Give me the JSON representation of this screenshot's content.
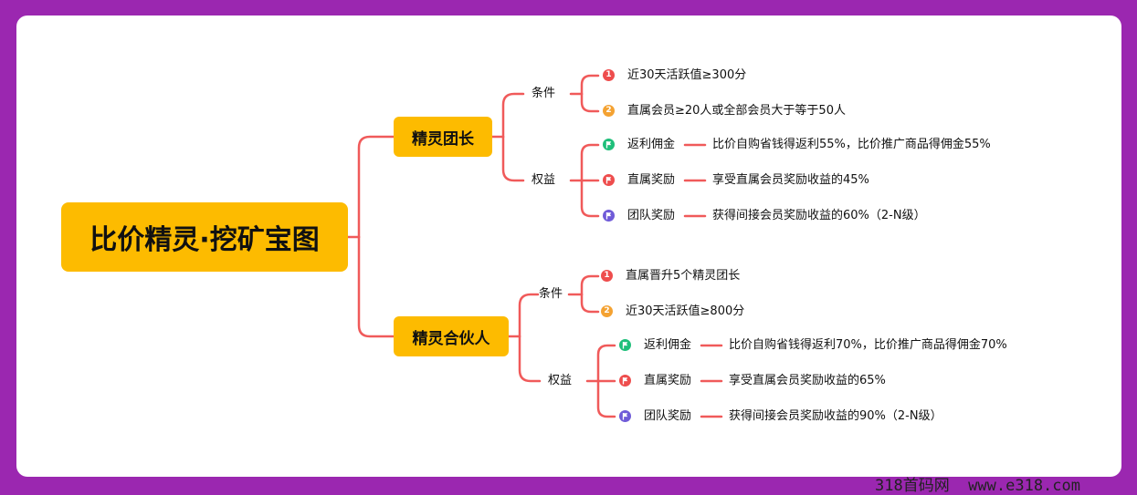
{
  "root": {
    "title": "比价精灵·挖矿宝图"
  },
  "colors": {
    "background": "#9b27b0",
    "node": "#fdbb00",
    "line": "#f05a5a",
    "num1": "#ee4d4d",
    "num2": "#f4a232",
    "flag_green": "#1fbf7a",
    "flag_red": "#ee4d4d",
    "flag_purple": "#6f5bd8"
  },
  "branches": [
    {
      "title": "精灵团长",
      "condition": {
        "label": "条件",
        "items": [
          {
            "marker": "1",
            "text": "近30天活跃值≥300分"
          },
          {
            "marker": "2",
            "text": "直属会员≥20人或全部会员大于等于50人"
          }
        ]
      },
      "benefit": {
        "label": "权益",
        "items": [
          {
            "icon": "green-flag-icon",
            "name": "返利佣金",
            "detail": "比价自购省钱得返利55%，比价推广商品得佣金55%"
          },
          {
            "icon": "red-flag-icon",
            "name": "直属奖励",
            "detail": "享受直属会员奖励收益的45%"
          },
          {
            "icon": "purple-flag-icon",
            "name": "团队奖励",
            "detail": "获得间接会员奖励收益的60%（2-N级）"
          }
        ]
      }
    },
    {
      "title": "精灵合伙人",
      "condition": {
        "label": "条件",
        "items": [
          {
            "marker": "1",
            "text": "直属晋升5个精灵团长"
          },
          {
            "marker": "2",
            "text": "近30天活跃值≥800分"
          }
        ]
      },
      "benefit": {
        "label": "权益",
        "items": [
          {
            "icon": "green-flag-icon",
            "name": "返利佣金",
            "detail": "比价自购省钱得返利70%，比价推广商品得佣金70%"
          },
          {
            "icon": "red-flag-icon",
            "name": "直属奖励",
            "detail": "享受直属会员奖励收益的65%"
          },
          {
            "icon": "purple-flag-icon",
            "name": "团队奖励",
            "detail": "获得间接会员奖励收益的90%（2-N级）"
          }
        ]
      }
    }
  ],
  "watermark": "318首码网  www.e318.com"
}
